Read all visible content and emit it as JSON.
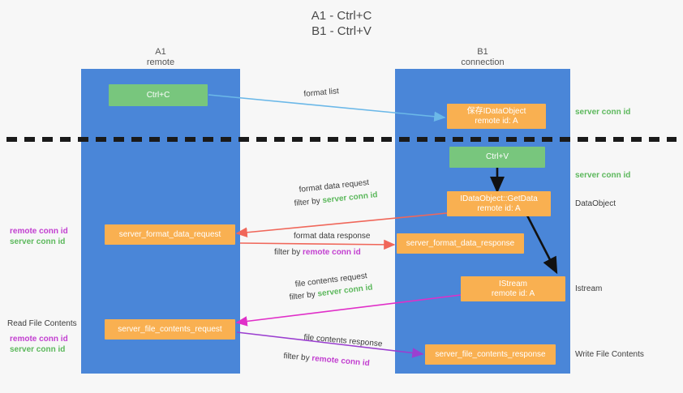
{
  "title": "A1 - Ctrl+C\nB1 - Ctrl+V",
  "colors": {
    "background": "#f7f7f7",
    "lane": "#4a86d8",
    "orange": "#f9b051",
    "green_node": "#78c67d",
    "green_text": "#5cb85c",
    "magenta_text": "#c23fd0",
    "divider": "#1a1a1a",
    "arrow_blue": "#6bb8e8",
    "arrow_red": "#f0675a",
    "arrow_black": "#111111",
    "arrow_magenta": "#e02fc8",
    "arrow_purple": "#9b3fd0"
  },
  "columns": [
    {
      "name": "A1\nremote"
    },
    {
      "name": "B1\nconnection"
    }
  ],
  "nodes": {
    "ctrl_c": {
      "line1": "Ctrl+C"
    },
    "save_idataobject": {
      "line1": "保存IDataObject",
      "line2": "remote id: A"
    },
    "ctrl_v": {
      "line1": "Ctrl+V"
    },
    "getdata": {
      "line1": "IDataObject::GetData",
      "line2": "remote id: A"
    },
    "server_format_data_request": {
      "line1": "server_format_data_request"
    },
    "server_format_data_response": {
      "line1": "server_format_data_response"
    },
    "istream": {
      "line1": "IStream",
      "line2": "remote id: A"
    },
    "server_file_contents_request": {
      "line1": "server_file_contents_request"
    },
    "server_file_contents_response": {
      "line1": "server_file_contents_response"
    }
  },
  "edge_labels": {
    "format_list": "format list",
    "format_data_request": "format data request",
    "format_data_request_filter_prefix": "filter by ",
    "format_data_request_filter_value": "server conn id",
    "format_data_response": "format data response",
    "format_data_response_filter_prefix": "filter by ",
    "format_data_response_filter_value": "remote conn id",
    "file_contents_request": "file contents request",
    "file_contents_request_filter_prefix": "filter by ",
    "file_contents_request_filter_value": "server conn id",
    "file_contents_response": "file contents response",
    "file_contents_response_filter_prefix": "filter by ",
    "file_contents_response_filter_value": "remote conn id"
  },
  "annotations": {
    "right_server_conn_id_top": "server conn id",
    "right_server_conn_id_mid": "server conn id",
    "right_dataobject": "DataObject",
    "right_istream": "Istream",
    "right_write_file_contents": "Write File Contents",
    "left_remote_conn_id_1": "remote conn id",
    "left_server_conn_id_1": "server conn id",
    "left_read_file_contents": "Read File Contents",
    "left_remote_conn_id_2": "remote conn id",
    "left_server_conn_id_2": "server conn id"
  }
}
